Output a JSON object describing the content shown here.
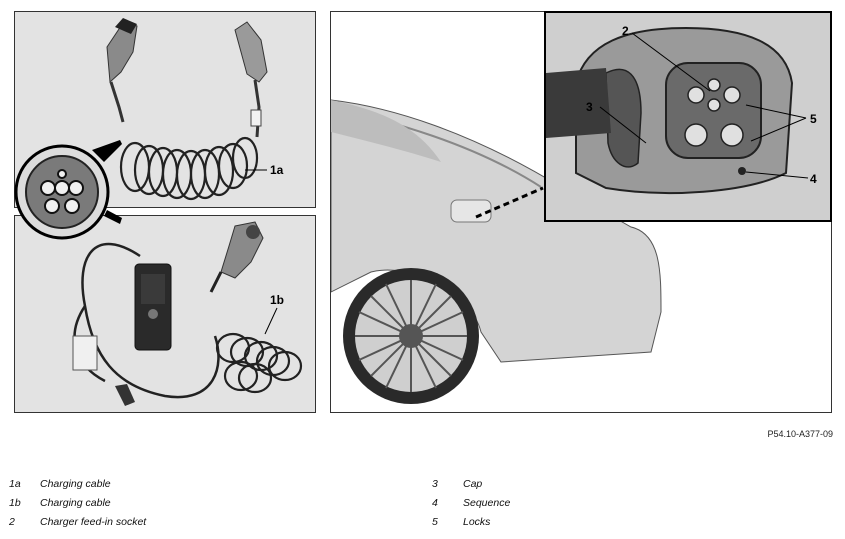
{
  "figure": {
    "callouts": {
      "c1a": "1a",
      "c1b": "1b",
      "c2": "2",
      "c3": "3",
      "c4": "4",
      "c5": "5"
    },
    "reference_code": "P54.10-A377-09"
  },
  "legend": {
    "left": [
      {
        "code": "1a",
        "desc": "Charging cable"
      },
      {
        "code": "1b",
        "desc": "Charging cable"
      },
      {
        "code": "2",
        "desc": "Charger feed-in socket"
      }
    ],
    "right": [
      {
        "code": "3",
        "desc": "Cap"
      },
      {
        "code": "4",
        "desc": "Sequence"
      },
      {
        "code": "5",
        "desc": "Locks"
      }
    ]
  }
}
